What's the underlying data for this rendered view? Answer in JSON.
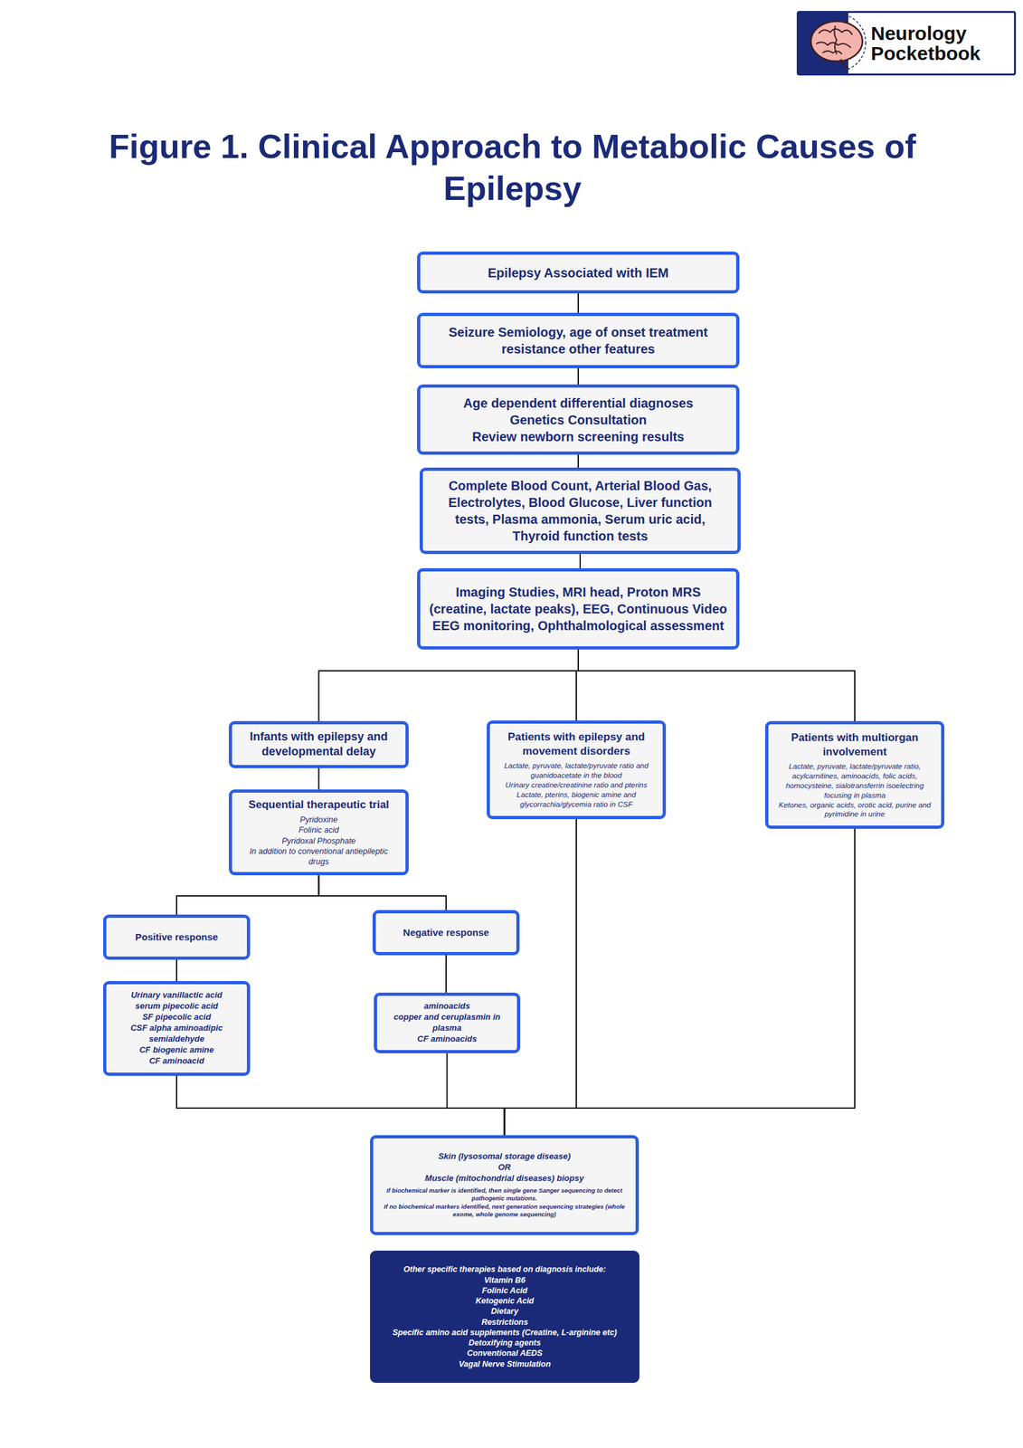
{
  "diagram": {
    "title": "Figure 1. Clinical Approach to Metabolic Causes of Epilepsy",
    "nodes": [
      {
        "text": [
          "Neurology Pocketbook"
        ]
      },
      {
        "text": [
          "Epilepsy Associated with IEM"
        ]
      },
      {
        "text": [
          "Seizure Semiology, age of onset treatment resistance other features"
        ]
      },
      {
        "text": [
          "Age dependent differential diagnoses",
          "Genetics Consultation",
          "Review newborn screening results"
        ]
      },
      {
        "text": [
          "Complete Blood Count, Arterial Blood Gas, Electrolytes, Blood Glucose, Liver function tests, Plasma ammonia, Serum uric acid, Thyroid function tests"
        ]
      },
      {
        "text": [
          "Imaging Studies, MRI head, Proton MRS (creatine, lactate peaks), EEG, Continuous Video EEG monitoring, Ophthalmological assessment"
        ]
      },
      {
        "text": [
          "Infants with epilepsy and developmental delay"
        ]
      },
      {
        "text": [
          "Patients with epilepsy and movement disorders",
          "Lactate, pyruvate, lactate/pyruvate ratio and guanidoacetate in the blood",
          "Urinary creatine/creatinine ratio and pterins",
          "Lactate, pterins, biogenic amine and glycorrachia/glycemia ratio in CSF"
        ]
      },
      {
        "text": [
          "Patients with multiorgan involvement",
          "Lactate, pyruvate, lactate/pyruvate ratio, acylcarnitines, aminoacids, folic acids, homocysteine, sialotransferrin isoelectring focusing in plasma",
          "Ketones, organic acids, orotic acid, purine and pyrimidine in urine"
        ]
      },
      {
        "text": [
          "Sequential therapeutic trial",
          "Pyridoxine",
          "Folinic acid",
          "Pyridoxal Phosphate",
          "In addition to conventional antiepileptic drugs"
        ]
      },
      {
        "text": [
          "Positive response"
        ]
      },
      {
        "text": [
          "Negative response"
        ]
      },
      {
        "text": [
          "Urinary vanillactic acid",
          "serum pipecolic acid",
          "SF pipecolic acid",
          "CSF alpha aminoadipic semialdehyde",
          "CF biogenic amine",
          "CF aminoacid"
        ]
      },
      {
        "text": [
          "aminoacids",
          "copper and ceruplasmin in plasma",
          "CF aminoacids"
        ]
      },
      {
        "text": [
          "Skin (lysosomal storage disease)",
          "OR",
          "Muscle (mitochondrial diseases) biopsy",
          "If biochemical marker is identified, then single gene Sanger sequencing to detect pathogenic mutations.",
          "If no biochemical markers identified, next generation sequencing strategies (whole exome, whole genome sequencing)"
        ]
      },
      {
        "text": [
          "Other specific therapies based on diagnosis include:",
          "Vitamin B6",
          "Folinic Acid",
          "Ketogenic Acid",
          "Dietary",
          "Restrictions",
          "Specific amino acid supplements (Creatine, L-arginine etc)",
          "Detoxifying agents",
          "Conventional AEDS",
          "Vagal Nerve Stimulation"
        ]
      }
    ],
    "edges": [
      {
        "from": 1,
        "to": 2,
        "arrow": "none"
      },
      {
        "from": 2,
        "to": 3,
        "arrow": "none"
      },
      {
        "from": 3,
        "to": 4,
        "arrow": "none"
      },
      {
        "from": 4,
        "to": 5,
        "arrow": "none"
      },
      {
        "from": 5,
        "to": 6,
        "arrow": "none"
      },
      {
        "from": 5,
        "to": 7,
        "arrow": "none"
      },
      {
        "from": 5,
        "to": 8,
        "arrow": "none"
      },
      {
        "from": 6,
        "to": 9,
        "arrow": "none"
      },
      {
        "from": 9,
        "to": 10,
        "arrow": "none"
      },
      {
        "from": 9,
        "to": 11,
        "arrow": "none"
      },
      {
        "from": 10,
        "to": 12,
        "arrow": "none"
      },
      {
        "from": 11,
        "to": 13,
        "arrow": "none"
      },
      {
        "from": 12,
        "to": 14,
        "arrow": "none"
      },
      {
        "from": 13,
        "to": 14,
        "arrow": "none"
      },
      {
        "from": 7,
        "to": 14,
        "arrow": "none"
      },
      {
        "from": 8,
        "to": 14,
        "arrow": "none"
      }
    ]
  }
}
